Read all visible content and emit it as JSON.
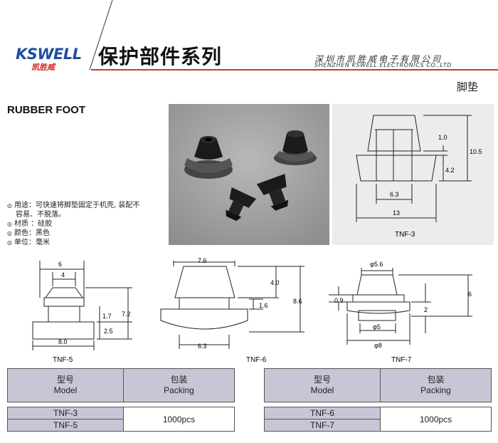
{
  "header": {
    "logo_text": "KSWELL",
    "logo_cn": "凯胜威",
    "title": "保护部件系列",
    "company_cn": "深圳市凯胜威电子有限公司",
    "company_en": "SHENZHEN KSWELL ELECTRONICS CO.,LTD",
    "category": "脚垫"
  },
  "product": {
    "title": "RUBBER FOOT",
    "specs": [
      "用途：可快速将脚垫固定于机壳, 装配不",
      "容易、不脱落。",
      "材质 ：硅胶",
      "颜色：黑色",
      "单位：毫米"
    ]
  },
  "drawings": {
    "tnf3": {
      "label": "TNF-3",
      "dims": [
        "1.0",
        "10.5",
        "4.2",
        "6.3",
        "13"
      ]
    },
    "tnf5": {
      "label": "TNF-5",
      "dims": [
        "6",
        "4",
        "1.7",
        "7.2",
        "2.5",
        "8.0"
      ]
    },
    "tnf6": {
      "label": "TNF-6",
      "dims": [
        "7.6",
        "4.0",
        "1.6",
        "8.6",
        "6.3"
      ]
    },
    "tnf7": {
      "label": "TNF-7",
      "dims": [
        "φ5.6",
        "0.9",
        "6",
        "2",
        "φ5",
        "φ8"
      ]
    }
  },
  "tables": [
    {
      "model_cn": "型号",
      "model_en": "Model",
      "packing_cn": "包装",
      "packing_en": "Packing",
      "rows": [
        "TNF-3",
        "TNF-5"
      ],
      "packing": "1000pcs"
    },
    {
      "model_cn": "型号",
      "model_en": "Model",
      "packing_cn": "包装",
      "packing_en": "Packing",
      "rows": [
        "TNF-6",
        "TNF-7"
      ],
      "packing": "1000pcs"
    }
  ],
  "colors": {
    "accent_red": "#c43a3a",
    "brand_blue": "#1f4fa0",
    "table_header": "#c8c6d6"
  }
}
